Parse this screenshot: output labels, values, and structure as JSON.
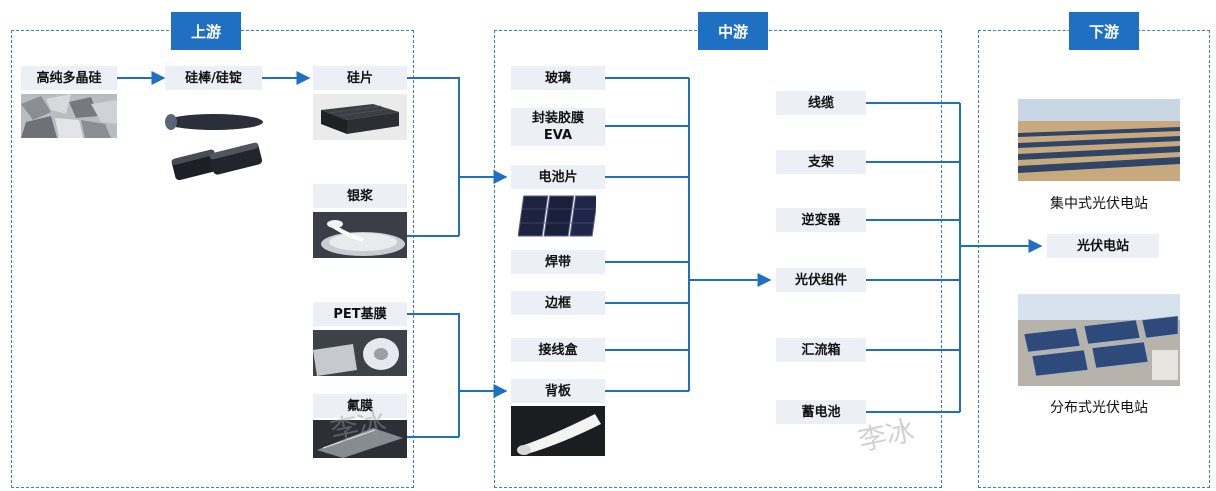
{
  "sections": {
    "upstream": "上游",
    "midstream": "中游",
    "downstream": "下游"
  },
  "upstream": {
    "polysilicon": "高纯多晶硅",
    "ingot": "硅棒/硅锭",
    "wafer": "硅片",
    "silver_paste": "银浆",
    "pet_film": "PET基膜",
    "fluoro_film": "氟膜"
  },
  "midstream": {
    "glass": "玻璃",
    "eva": "封装胶膜\nEVA",
    "cell": "电池片",
    "ribbon": "焊带",
    "frame": "边框",
    "junction_box": "接线盒",
    "backsheet": "背板",
    "cable": "线缆",
    "bracket": "支架",
    "inverter": "逆变器",
    "module": "光伏组件",
    "combiner_box": "汇流箱",
    "battery": "蓄电池"
  },
  "downstream": {
    "power_station": "光伏电站",
    "centralized_caption": "集中式光伏电站",
    "distributed_caption": "分布式光伏电站"
  },
  "watermark": "李冰",
  "colors": {
    "accent": "#1f6fc2",
    "node_bg": "#ecf0f6",
    "dashed_border": "#3e7fc1"
  }
}
